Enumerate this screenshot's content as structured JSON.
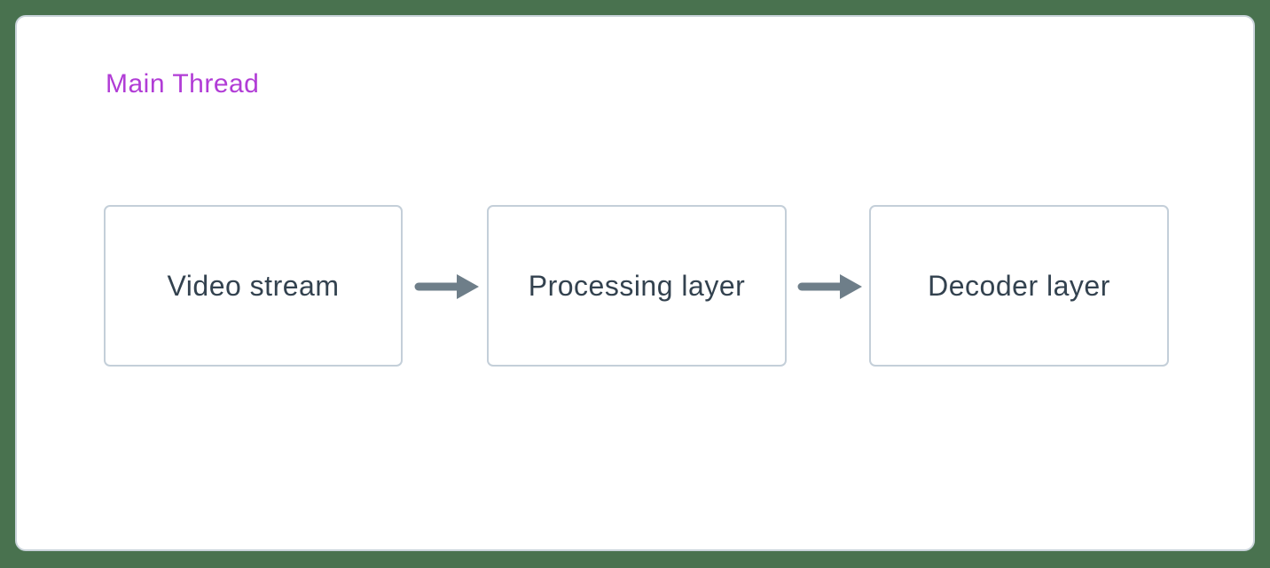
{
  "diagram": {
    "title": "Main Thread",
    "nodes": [
      {
        "label": "Video stream"
      },
      {
        "label": "Processing layer"
      },
      {
        "label": "Decoder layer"
      }
    ],
    "connections": [
      {
        "from": "Video stream",
        "to": "Processing layer",
        "icon": "right-arrow-icon"
      },
      {
        "from": "Processing layer",
        "to": "Decoder layer",
        "icon": "right-arrow-icon"
      }
    ]
  },
  "colors": {
    "background": "#49724f",
    "card_background": "#ffffff",
    "card_border": "#c9d3da",
    "node_border": "#c4cfd9",
    "node_text": "#33424f",
    "title_text": "#b13cd6",
    "arrow": "#6e7e89"
  }
}
